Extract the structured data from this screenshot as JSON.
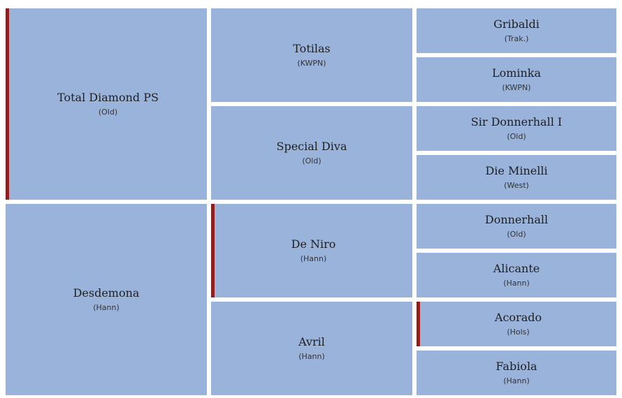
{
  "pedigree": {
    "sire": {
      "name": "Total Diamond PS",
      "breed": "(Old)"
    },
    "dam": {
      "name": "Desdemona",
      "breed": "(Hann)"
    },
    "sire_sire": {
      "name": "Totilas",
      "breed": "(KWPN)"
    },
    "sire_dam": {
      "name": "Special Diva",
      "breed": "(Old)"
    },
    "dam_sire": {
      "name": "De Niro",
      "breed": "(Hann)"
    },
    "dam_dam": {
      "name": "Avril",
      "breed": "(Hann)"
    },
    "ss_sire": {
      "name": "Gribaldi",
      "breed": "(Trak.)"
    },
    "ss_dam": {
      "name": "Lominka",
      "breed": "(KWPN)"
    },
    "sd_sire": {
      "name": "Sir Donnerhall I",
      "breed": "(Old)"
    },
    "sd_dam": {
      "name": "Die Minelli",
      "breed": "(West)"
    },
    "ds_sire": {
      "name": "Donnerhall",
      "breed": "(Old)"
    },
    "ds_dam": {
      "name": "Alicante",
      "breed": "(Hann)"
    },
    "dd_sire": {
      "name": "Acorado",
      "breed": "(Hols)"
    },
    "dd_dam": {
      "name": "Fabiola",
      "breed": "(Hann)"
    }
  },
  "colors": {
    "cell_fill": "#9ab3db",
    "marker": "#8c1f1f"
  }
}
